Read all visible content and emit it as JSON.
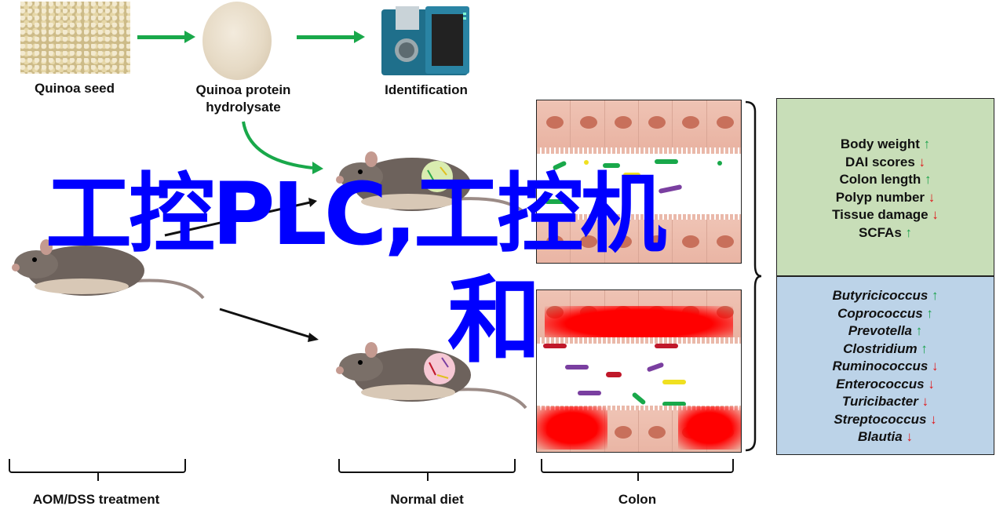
{
  "top_flow": {
    "steps": [
      {
        "label": "Quinoa seed",
        "image": "quinoa-seed-photo"
      },
      {
        "label_line1": "Quinoa protein",
        "label_line2": "hydrolysate",
        "image": "protein-powder-photo"
      },
      {
        "label": "Identification",
        "image": "mass-spectrometer-instrument"
      }
    ],
    "arrow_color": "#19a84a"
  },
  "overlay": {
    "line1": "工控PLC,工控机",
    "line2": "和",
    "color": "#0000ff"
  },
  "outcomes_box": {
    "background": "#c8deb8",
    "items": [
      {
        "text": "Body weight",
        "direction": "up"
      },
      {
        "text": "DAI scores",
        "direction": "down"
      },
      {
        "text": "Colon length",
        "direction": "up"
      },
      {
        "text": "Polyp number",
        "direction": "down"
      },
      {
        "text": "Tissue damage",
        "direction": "down"
      },
      {
        "text": "SCFAs",
        "direction": "up"
      }
    ]
  },
  "microbiota_box": {
    "background": "#bcd3e8",
    "items": [
      {
        "text": "Butyricicoccus",
        "direction": "up"
      },
      {
        "text": "Coprococcus",
        "direction": "up"
      },
      {
        "text": "Prevotella",
        "direction": "up"
      },
      {
        "text": "Clostridium",
        "direction": "up"
      },
      {
        "text": "Ruminococcus",
        "direction": "down"
      },
      {
        "text": "Enterococcus",
        "direction": "down"
      },
      {
        "text": "Turicibacter",
        "direction": "down"
      },
      {
        "text": "Streptococcus",
        "direction": "down"
      },
      {
        "text": "Blautia",
        "direction": "down"
      }
    ]
  },
  "arrows": {
    "up": "↑",
    "down": "↓",
    "up_color": "#18a14a",
    "down_color": "#e0181b"
  },
  "bottom_labels": {
    "treatment": "AOM/DSS treatment",
    "diet": "Normal diet",
    "colon": "Colon"
  }
}
